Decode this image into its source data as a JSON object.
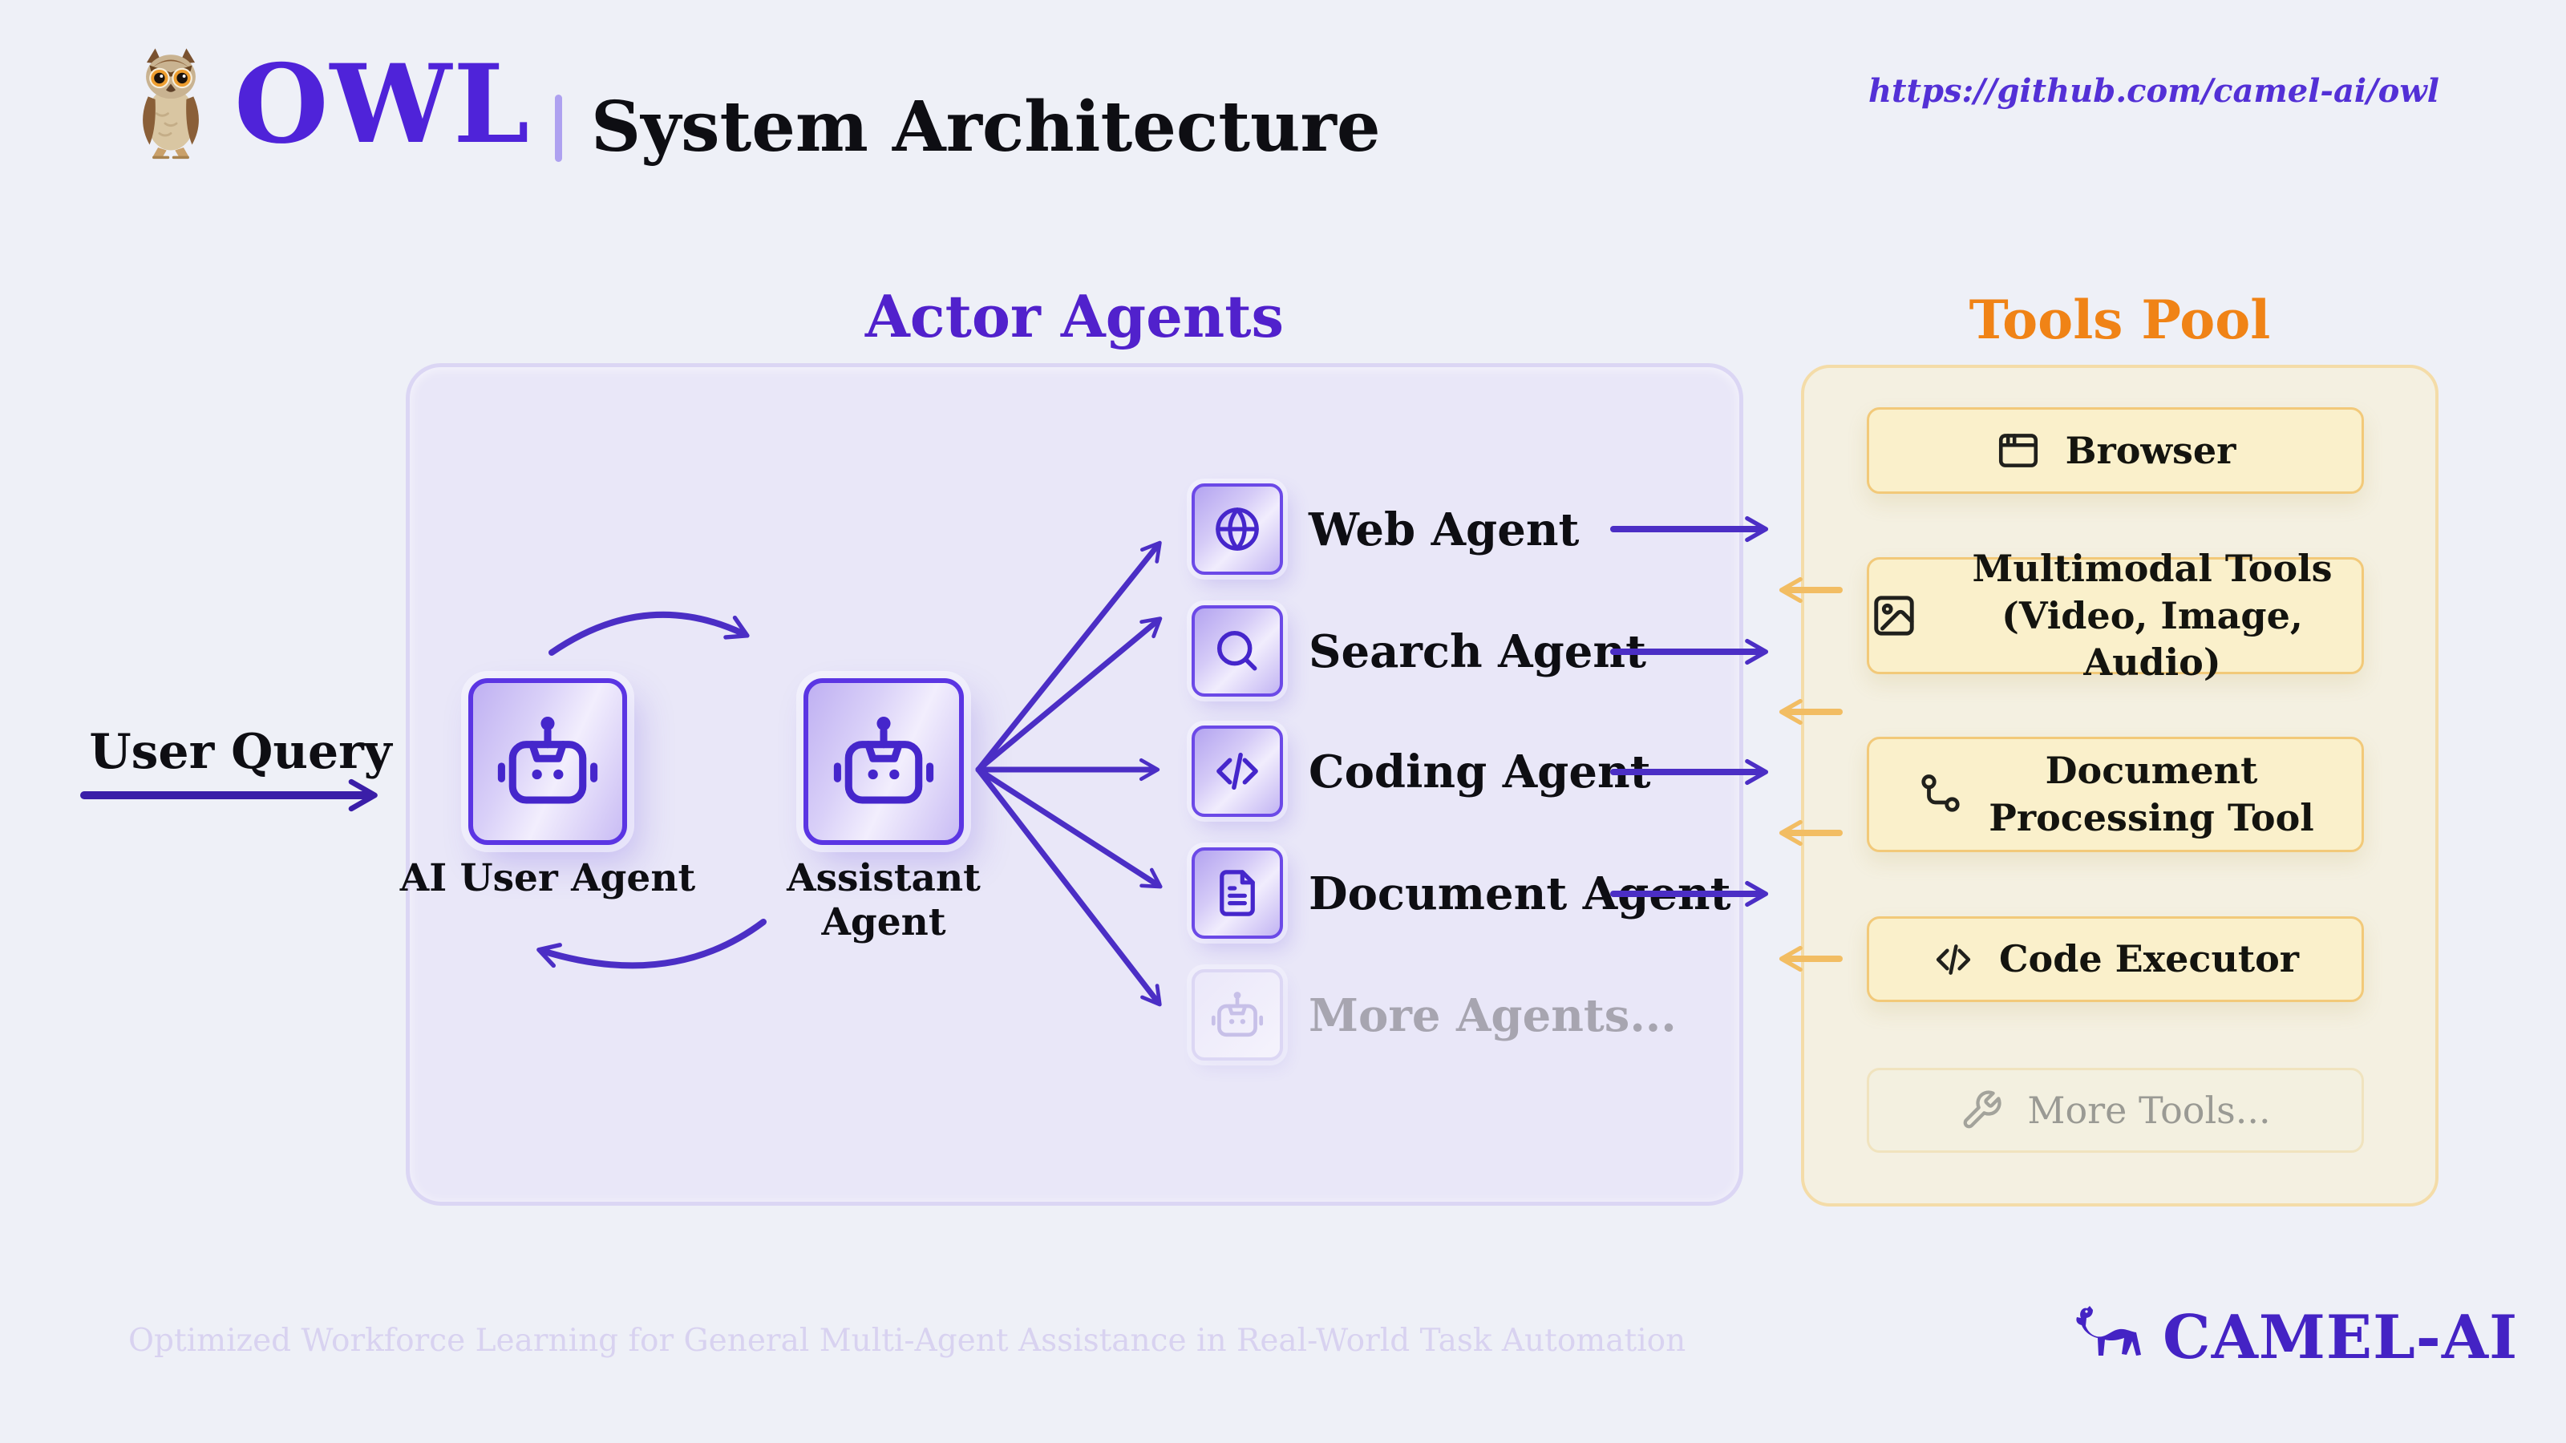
{
  "header": {
    "logo": "OWL",
    "title": "System Architecture",
    "link": "https://github.com/camel-ai/owl"
  },
  "actor_section": {
    "heading": "Actor Agents",
    "user_query": "User Query",
    "core_agents": [
      {
        "label": "AI User Agent",
        "icon": "robot-icon"
      },
      {
        "label": "Assistant Agent",
        "icon": "robot-icon"
      }
    ],
    "agents": [
      {
        "label": "Web Agent",
        "icon": "globe-icon",
        "muted": false
      },
      {
        "label": "Search Agent",
        "icon": "search-icon",
        "muted": false
      },
      {
        "label": "Coding Agent",
        "icon": "code-icon",
        "muted": false
      },
      {
        "label": "Document Agent",
        "icon": "file-text-icon",
        "muted": false
      },
      {
        "label": "More Agents...",
        "icon": "robot-icon",
        "muted": true
      }
    ]
  },
  "tools_section": {
    "heading": "Tools Pool",
    "tools": [
      {
        "lines": [
          "Browser"
        ],
        "icon": "browser-window-icon",
        "muted": false
      },
      {
        "lines": [
          "Multimodal Tools",
          "(Video, Image, Audio)"
        ],
        "icon": "image-icon",
        "muted": false
      },
      {
        "lines": [
          "Document",
          "Processing Tool"
        ],
        "icon": "route-icon",
        "muted": false
      },
      {
        "lines": [
          "Code Executor"
        ],
        "icon": "code-icon",
        "muted": false
      },
      {
        "lines": [
          "More Tools..."
        ],
        "icon": "wrench-icon",
        "muted": true
      }
    ]
  },
  "footer": {
    "tagline": "Optimized Workforce Learning for General Multi-Agent Assistance in Real-World Task Automation",
    "brand": "CAMEL-AI"
  },
  "colors": {
    "accent_purple": "#4B2EC5",
    "deep_purple": "#3A1EA8",
    "card_border_purple": "#5B35E3",
    "heading_purple": "#5121CC",
    "orange_heading": "#F08316",
    "amber_arrow": "#F2BD63",
    "tool_card_bg": "#FAF0CB",
    "tool_card_border": "#F2C979",
    "pool_bg": "#F4F0E1",
    "pool_border": "#F4DCA8",
    "actor_bg": "#E9E7F8",
    "actor_border": "#DBD6F4",
    "muted_text": "#A7A5B0",
    "footer_text": "#D8D2F0",
    "background": "#EEF0F7"
  }
}
